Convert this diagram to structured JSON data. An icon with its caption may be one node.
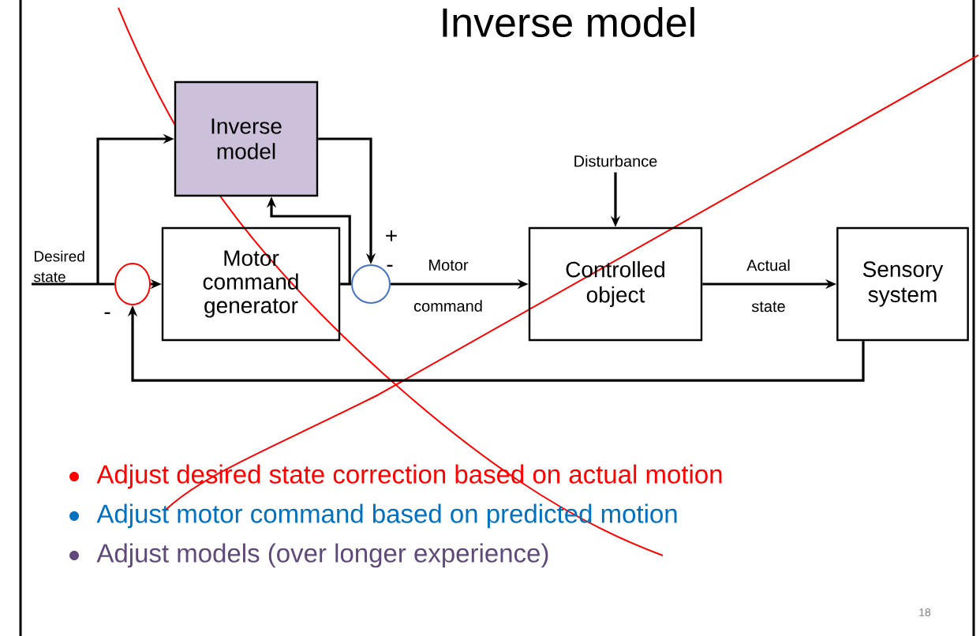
{
  "diagram": {
    "title": "Inverse model",
    "nodes": [
      {
        "text": [
          "Inverse model"
        ]
      },
      {
        "text": [
          "Motor command generator"
        ]
      },
      {
        "text": [
          "Controlled object"
        ]
      },
      {
        "text": [
          "Sensory system"
        ]
      },
      {
        "text": [
          "Disturbance"
        ]
      },
      {
        "text": [
          "Desired state"
        ]
      },
      {
        "text": [],
        "shape": "circle"
      },
      {
        "text": [],
        "shape": "circle"
      }
    ],
    "edges": [
      {
        "from": 5,
        "to": 6,
        "arrow": "none"
      },
      {
        "from": 5,
        "to": 0,
        "arrow": "to"
      },
      {
        "from": 6,
        "to": 1,
        "arrow": "to"
      },
      {
        "from": 1,
        "to": 7,
        "arrow": "none"
      },
      {
        "from": 1,
        "to": 0,
        "arrow": "to"
      },
      {
        "from": 0,
        "to": 7,
        "arrow": "to"
      },
      {
        "from": 7,
        "to": 2,
        "arrow": "to",
        "label": "Motor command"
      },
      {
        "from": 4,
        "to": 2,
        "arrow": "to"
      },
      {
        "from": 2,
        "to": 3,
        "arrow": "to",
        "label": "Actual state"
      },
      {
        "from": 3,
        "to": 6,
        "arrow": "to"
      }
    ],
    "labels": [
      "+",
      "-",
      "-",
      "Adjust desired state correction based on actual motion",
      "Adjust motor command based on predicted motion",
      "Adjust models (over longer experience)",
      "18"
    ]
  }
}
